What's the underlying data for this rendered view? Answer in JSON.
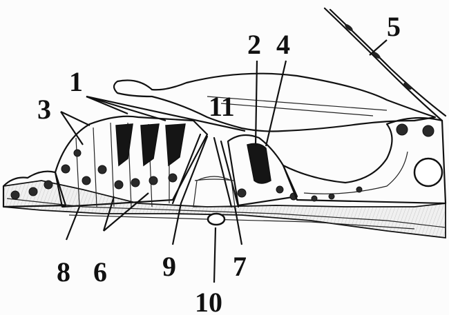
{
  "labels": {
    "l1": "1",
    "l2": "2",
    "l3": "3",
    "l4": "4",
    "l5": "5",
    "l6": "6",
    "l7": "7",
    "l8": "8",
    "l9": "9",
    "l10": "10",
    "l11": "11"
  },
  "colors": {
    "ink": "#111111",
    "paper": "#fcfcfc",
    "tectorial_fill": "#f2f2f2",
    "cell_fill": "#e6e6e6"
  }
}
